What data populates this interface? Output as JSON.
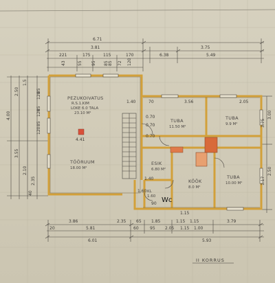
{
  "floor_label": "II KORRUS",
  "wc_label": "Wc",
  "rooms": [
    {
      "key": "pezukoivatus",
      "name": "PEZUKOIVATUS",
      "line2": "R.S.1.KIM",
      "line3": "LOKE 6.0 TALA",
      "area": "23.10 M²"
    },
    {
      "key": "tooruum",
      "name": "TÖÖRUUM",
      "area": "18.00 M²"
    },
    {
      "key": "tuba1",
      "name": "TUBA",
      "area": "11.50 M²"
    },
    {
      "key": "tuba2",
      "name": "TUBA",
      "area": "9.9 M²"
    },
    {
      "key": "esik",
      "name": "ESIK",
      "area": "6.80 M²"
    },
    {
      "key": "kook",
      "name": "KÖÖK",
      "area": "8.0 M²"
    },
    {
      "key": "tuba3",
      "name": "TUBA",
      "area": "10.00 M²"
    },
    {
      "key": "kl",
      "name": "KL",
      "area": "1.60"
    }
  ],
  "top_dims": {
    "overall": "6.71",
    "row2": [
      "3.81",
      "3.75"
    ],
    "row3": [
      "221",
      "175",
      "115",
      "170",
      "6.38",
      "5.49"
    ],
    "small": [
      "43",
      "55",
      "95",
      "85",
      "85",
      "72",
      "120"
    ]
  },
  "bottom_dims": {
    "row1": [
      "3.86",
      "2.35",
      "65",
      "1.85",
      "1.15",
      "1.15",
      "3.79"
    ],
    "row2": [
      "20",
      "5.81",
      "60",
      "95",
      "2.05",
      "1.15",
      "1.00"
    ],
    "row3": [
      "6.01",
      "5.93"
    ]
  },
  "left_dims": [
    "4.00",
    "2.50",
    "3.55",
    "2.10",
    "1.5",
    "85",
    "120",
    "85",
    "120",
    "85",
    "120",
    "2.35",
    "40"
  ],
  "right_dims": [
    "3.75",
    "3.00",
    "2.50",
    "1.17"
  ],
  "interior_labels": [
    "1.40",
    "4.41",
    "3.56",
    "2.05",
    "70",
    "0.70",
    "0.70",
    "0.70",
    "1.40",
    "1.60",
    "90",
    "1.15"
  ]
}
